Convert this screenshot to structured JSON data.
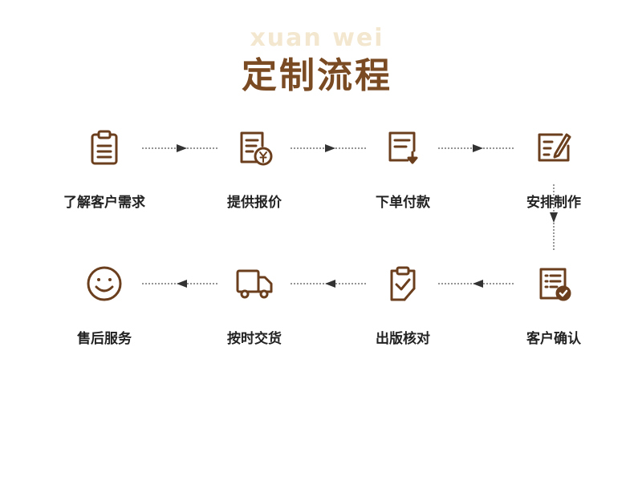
{
  "watermark": "xuan wei",
  "title": "定制流程",
  "colors": {
    "accent": "#7a4a22",
    "arrow": "#444444",
    "text": "#222222"
  },
  "steps": [
    {
      "label": "了解客户需求",
      "icon": "clipboard-icon"
    },
    {
      "label": "提供报价",
      "icon": "quote-yen-icon"
    },
    {
      "label": "下单付款",
      "icon": "order-download-icon"
    },
    {
      "label": "安排制作",
      "icon": "edit-document-icon"
    },
    {
      "label": "客户确认",
      "icon": "checklist-approved-icon"
    },
    {
      "label": "出版核对",
      "icon": "clipboard-check-icon"
    },
    {
      "label": "按时交货",
      "icon": "delivery-truck-icon"
    },
    {
      "label": "售后服务",
      "icon": "smiley-face-icon"
    }
  ]
}
